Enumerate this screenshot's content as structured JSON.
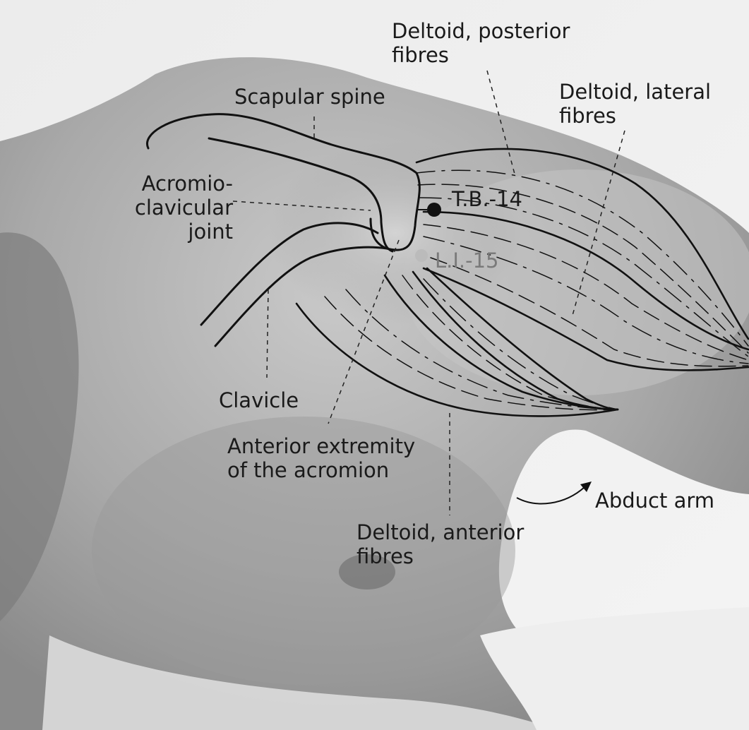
{
  "figure": {
    "labels": {
      "deltoid_posterior": [
        "Deltoid, posterior",
        "fibres"
      ],
      "scapular_spine": "Scapular spine",
      "deltoid_lateral": [
        "Deltoid, lateral",
        "fibres"
      ],
      "acromioclavicular": [
        "Acromio-",
        "clavicular",
        "joint"
      ],
      "tb14": "T.B.-14",
      "li15": "L.I.-15",
      "clavicle": "Clavicle",
      "anterior_extremity": [
        "Anterior extremity",
        "of the acromion"
      ],
      "abduct_arm": "Abduct arm",
      "deltoid_anterior": [
        "Deltoid, anterior",
        "fibres"
      ]
    },
    "points": [
      {
        "name": "T.B.-14",
        "color": "#111111"
      },
      {
        "name": "L.I.-15",
        "color": "#b8b8b8"
      }
    ]
  }
}
